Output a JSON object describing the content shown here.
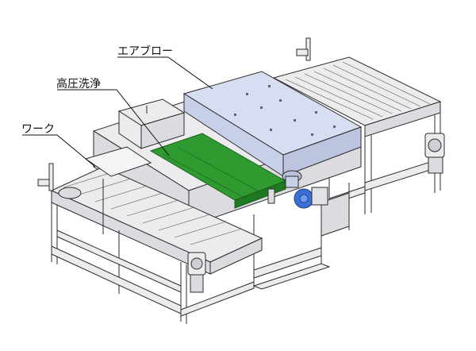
{
  "labels": {
    "air_blow": "エアブロー",
    "high_pressure_wash": "高圧洗浄",
    "workpiece": "ワーク"
  },
  "colors": {
    "frame": "#e9e9ec",
    "frame_stroke": "#2b2b2b",
    "hood": "#d6dcf0",
    "hood_side": "#b9c1dd",
    "wash_zone": "#2f9a2f",
    "motor": "#3a6fd6",
    "box": "#f3f3f3"
  }
}
